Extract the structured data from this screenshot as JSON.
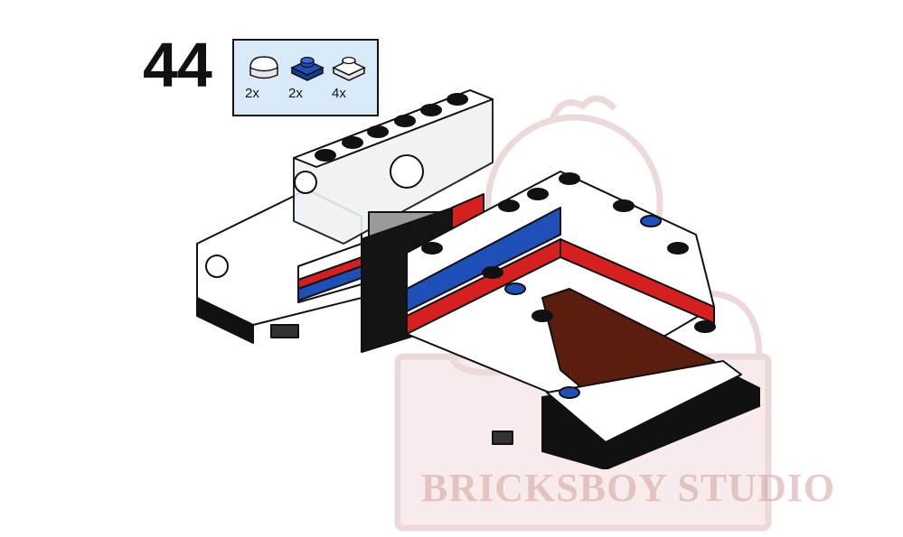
{
  "step": {
    "number": "44"
  },
  "parts": [
    {
      "name": "white-round-tile-icon",
      "qty": "2x"
    },
    {
      "name": "blue-plate-1x1-icon",
      "qty": "2x"
    },
    {
      "name": "white-plate-1x1-icon",
      "qty": "4x"
    }
  ],
  "watermark": {
    "text": "BRICKSBOY STUDIO"
  },
  "colors": {
    "parts_box_bg": "#d8eaf7",
    "brick_blue": "#1f4fb8",
    "brick_red": "#d62020",
    "brick_brown": "#5a1e0e"
  }
}
